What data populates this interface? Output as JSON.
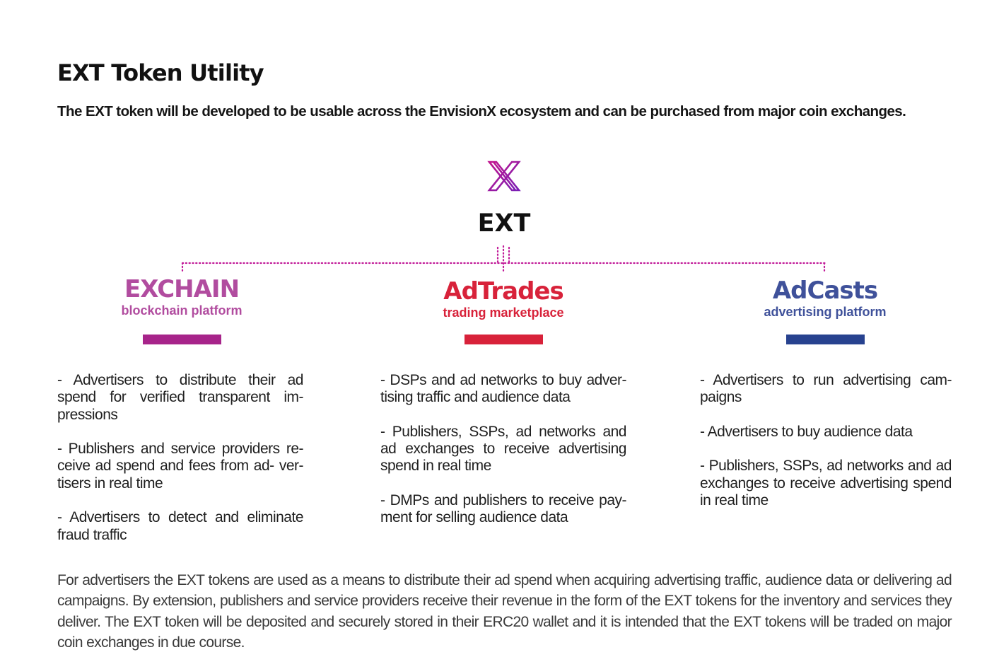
{
  "header": {
    "title": "EXT Token Utility",
    "subtitle": "The EXT token will be developed to be usable across the EnvisionX ecosystem and can be purchased from major coin exchanges."
  },
  "token": {
    "name": "EXT",
    "logo_icon": "envisionx-x-logo-icon",
    "connector_color": "#b9169b"
  },
  "platforms": [
    {
      "name": "EXCHAIN",
      "type": "blockchain platform",
      "color": "#a7248a",
      "name_color": "#b14c9f",
      "items": [
        "- Advertisers to distribute their ad spend for verified transparent im- pressions",
        "- Publishers and service providers re- ceive ad spend and fees from ad- ver- tisers in real time",
        "- Advertisers to detect and eliminate fraud traffic"
      ]
    },
    {
      "name": "AdTrades",
      "type": "trading marketplace",
      "color": "#d8223a",
      "name_color": "#d8223a",
      "items": [
        "- DSPs and ad networks to buy adver- tising traffic and audience data",
        "- Publishers, SSPs, ad networks and ad exchanges to receive advertising spend in real time",
        "- DMPs and publishers to receive pay- ment for selling audience data"
      ]
    },
    {
      "name": "AdCasts",
      "type": "advertising platform",
      "color": "#27428f",
      "name_color": "#3f519a",
      "items": [
        "- Advertisers to run advertising cam- paigns",
        "- Advertisers to buy audience data",
        "- Publishers, SSPs, ad networks and ad exchanges to receive advertising spend in real time"
      ]
    }
  ],
  "footer": {
    "text": "For advertisers the EXT tokens are used as a means to distribute their ad spend when acquiring advertising traffic, audience data or delivering ad campaigns. By extension, publishers and service providers receive their revenue in the form of the EXT tokens for the inventory and services they deliver. The EXT token will be deposited and securely stored in their ERC20 wallet and it is intended that the EXT tokens will be traded on major coin exchanges in due course."
  }
}
